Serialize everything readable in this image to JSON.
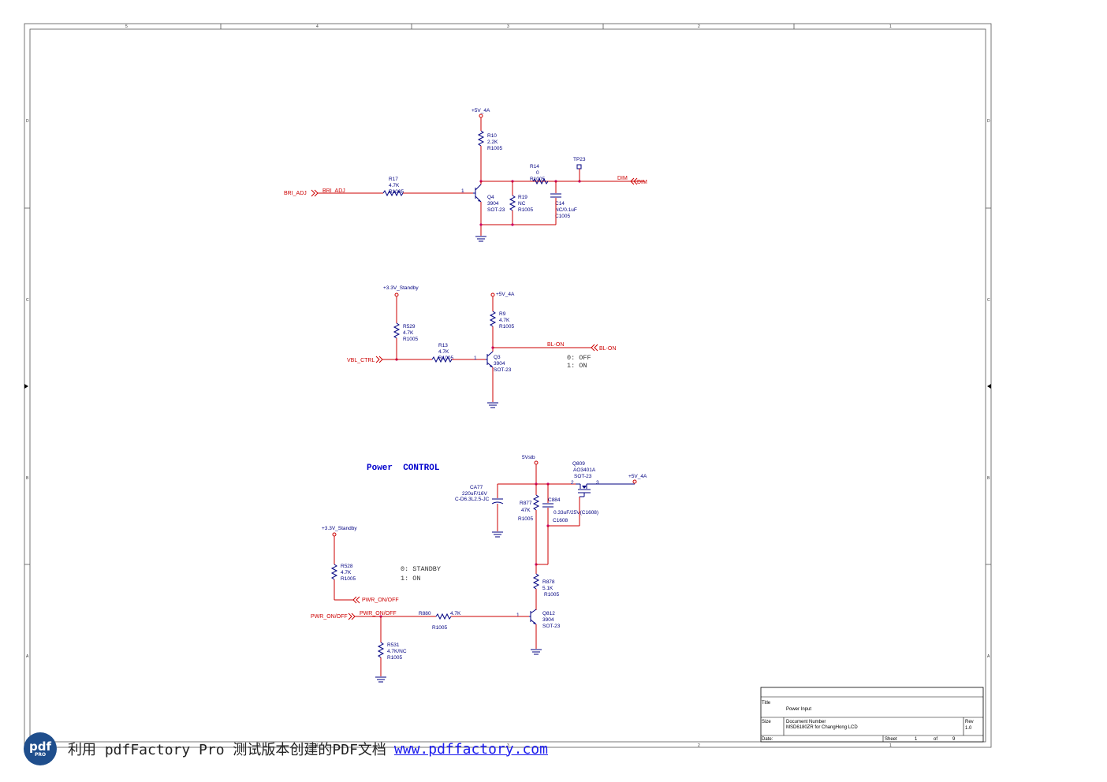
{
  "frame": {
    "col_labels": [
      "5",
      "4",
      "3",
      "2",
      "1"
    ],
    "row_labels": [
      "D",
      "C",
      "B",
      "A"
    ]
  },
  "circuit1": {
    "rail": "+5V_4A",
    "r10": {
      "ref": "R10",
      "value": "2.2K",
      "pkg": "R1005"
    },
    "r14": {
      "ref": "R14",
      "value": "0",
      "pkg": "R1005"
    },
    "tp": "TP23",
    "r17": {
      "ref": "R17",
      "value": "4.7K",
      "pkg": "R1005"
    },
    "q4": {
      "ref": "Q4",
      "value": "3904",
      "pkg": "SOT-23"
    },
    "r19": {
      "ref": "R19",
      "value": "NC",
      "pkg": "R1005"
    },
    "c14": {
      "ref": "C14",
      "value": "NC/0.1uF",
      "pkg": "C1005"
    },
    "in_port": "BRI_ADJ",
    "in_wire": "BRI_ADJ",
    "out_wire": "DIM",
    "out_port": "DIM",
    "pin1": "1"
  },
  "circuit2": {
    "rail_standby": "+3.3V_Standby",
    "rail_5v": "+5V_4A",
    "r529": {
      "ref": "R529",
      "value": "4.7K",
      "pkg": "R1005"
    },
    "r9": {
      "ref": "R9",
      "value": "4.7K",
      "pkg": "R1005"
    },
    "r13": {
      "ref": "R13",
      "value": "4.7K",
      "pkg": "R1005"
    },
    "q3": {
      "ref": "Q3",
      "value": "3904",
      "pkg": "SOT-23"
    },
    "in_port": "VBL_CTRL",
    "out_wire": "BL-ON",
    "out_port": "BL-ON",
    "note1": "0: OFF",
    "note2": "1: ON",
    "pin1": "1"
  },
  "circuit3": {
    "title": "Power  CONTROL",
    "rail_5vstb": "5Vstb",
    "rail_5v": "+5V_4A",
    "q809": {
      "ref": "Q809",
      "value": "AO3401A",
      "pkg": "SOT-23"
    },
    "ca77": {
      "ref": "CA77",
      "value": "220uF/16V",
      "pkg": "C-D6.3L2.5-JC"
    },
    "r877": {
      "ref": "R877",
      "value": "47K",
      "pkg": "R1005"
    },
    "c884": {
      "ref": "C884",
      "value": "0.33uF/25V(C1608)",
      "pkg": "C1608"
    },
    "r878": {
      "ref": "R878",
      "value": "5.1K",
      "pkg": "R1005"
    },
    "rail_standby": "+3.3V_Standby",
    "r528": {
      "ref": "R528",
      "value": "4.7K",
      "pkg": "R1005"
    },
    "pwr_out_port": "PWR_ON/OFF",
    "note1": "0: STANDBY",
    "note2": "1: ON",
    "in_port": "PWR_ON/OFF",
    "in_wire": "PWR_ON/OFF",
    "r880": {
      "ref": "R880",
      "value": "4.7K",
      "pkg": "R1005"
    },
    "q812": {
      "ref": "Q812",
      "value": "3904",
      "pkg": "SOT-23"
    },
    "r531": {
      "ref": "R531",
      "value": "4.7K/NC",
      "pkg": "R1005"
    },
    "pin1": "1"
  },
  "title_block": {
    "title_label": "Title",
    "title": "Power Input",
    "size_label": "Size",
    "docnum_label": "Document Number",
    "docnum": "MSD6180ZR for ChangHong LCD",
    "rev_label": "Rev",
    "rev": "1.0",
    "date_label": "Date:",
    "sheet_label": "Sheet",
    "sheet": "1",
    "of_label": "of",
    "sheets": "9"
  },
  "watermark": {
    "logo": "pdf",
    "logo_sub": "PRO",
    "text": "利用 pdfFactory Pro 测试版本创建的PDF文档",
    "link": "www.pdffactory.com"
  }
}
